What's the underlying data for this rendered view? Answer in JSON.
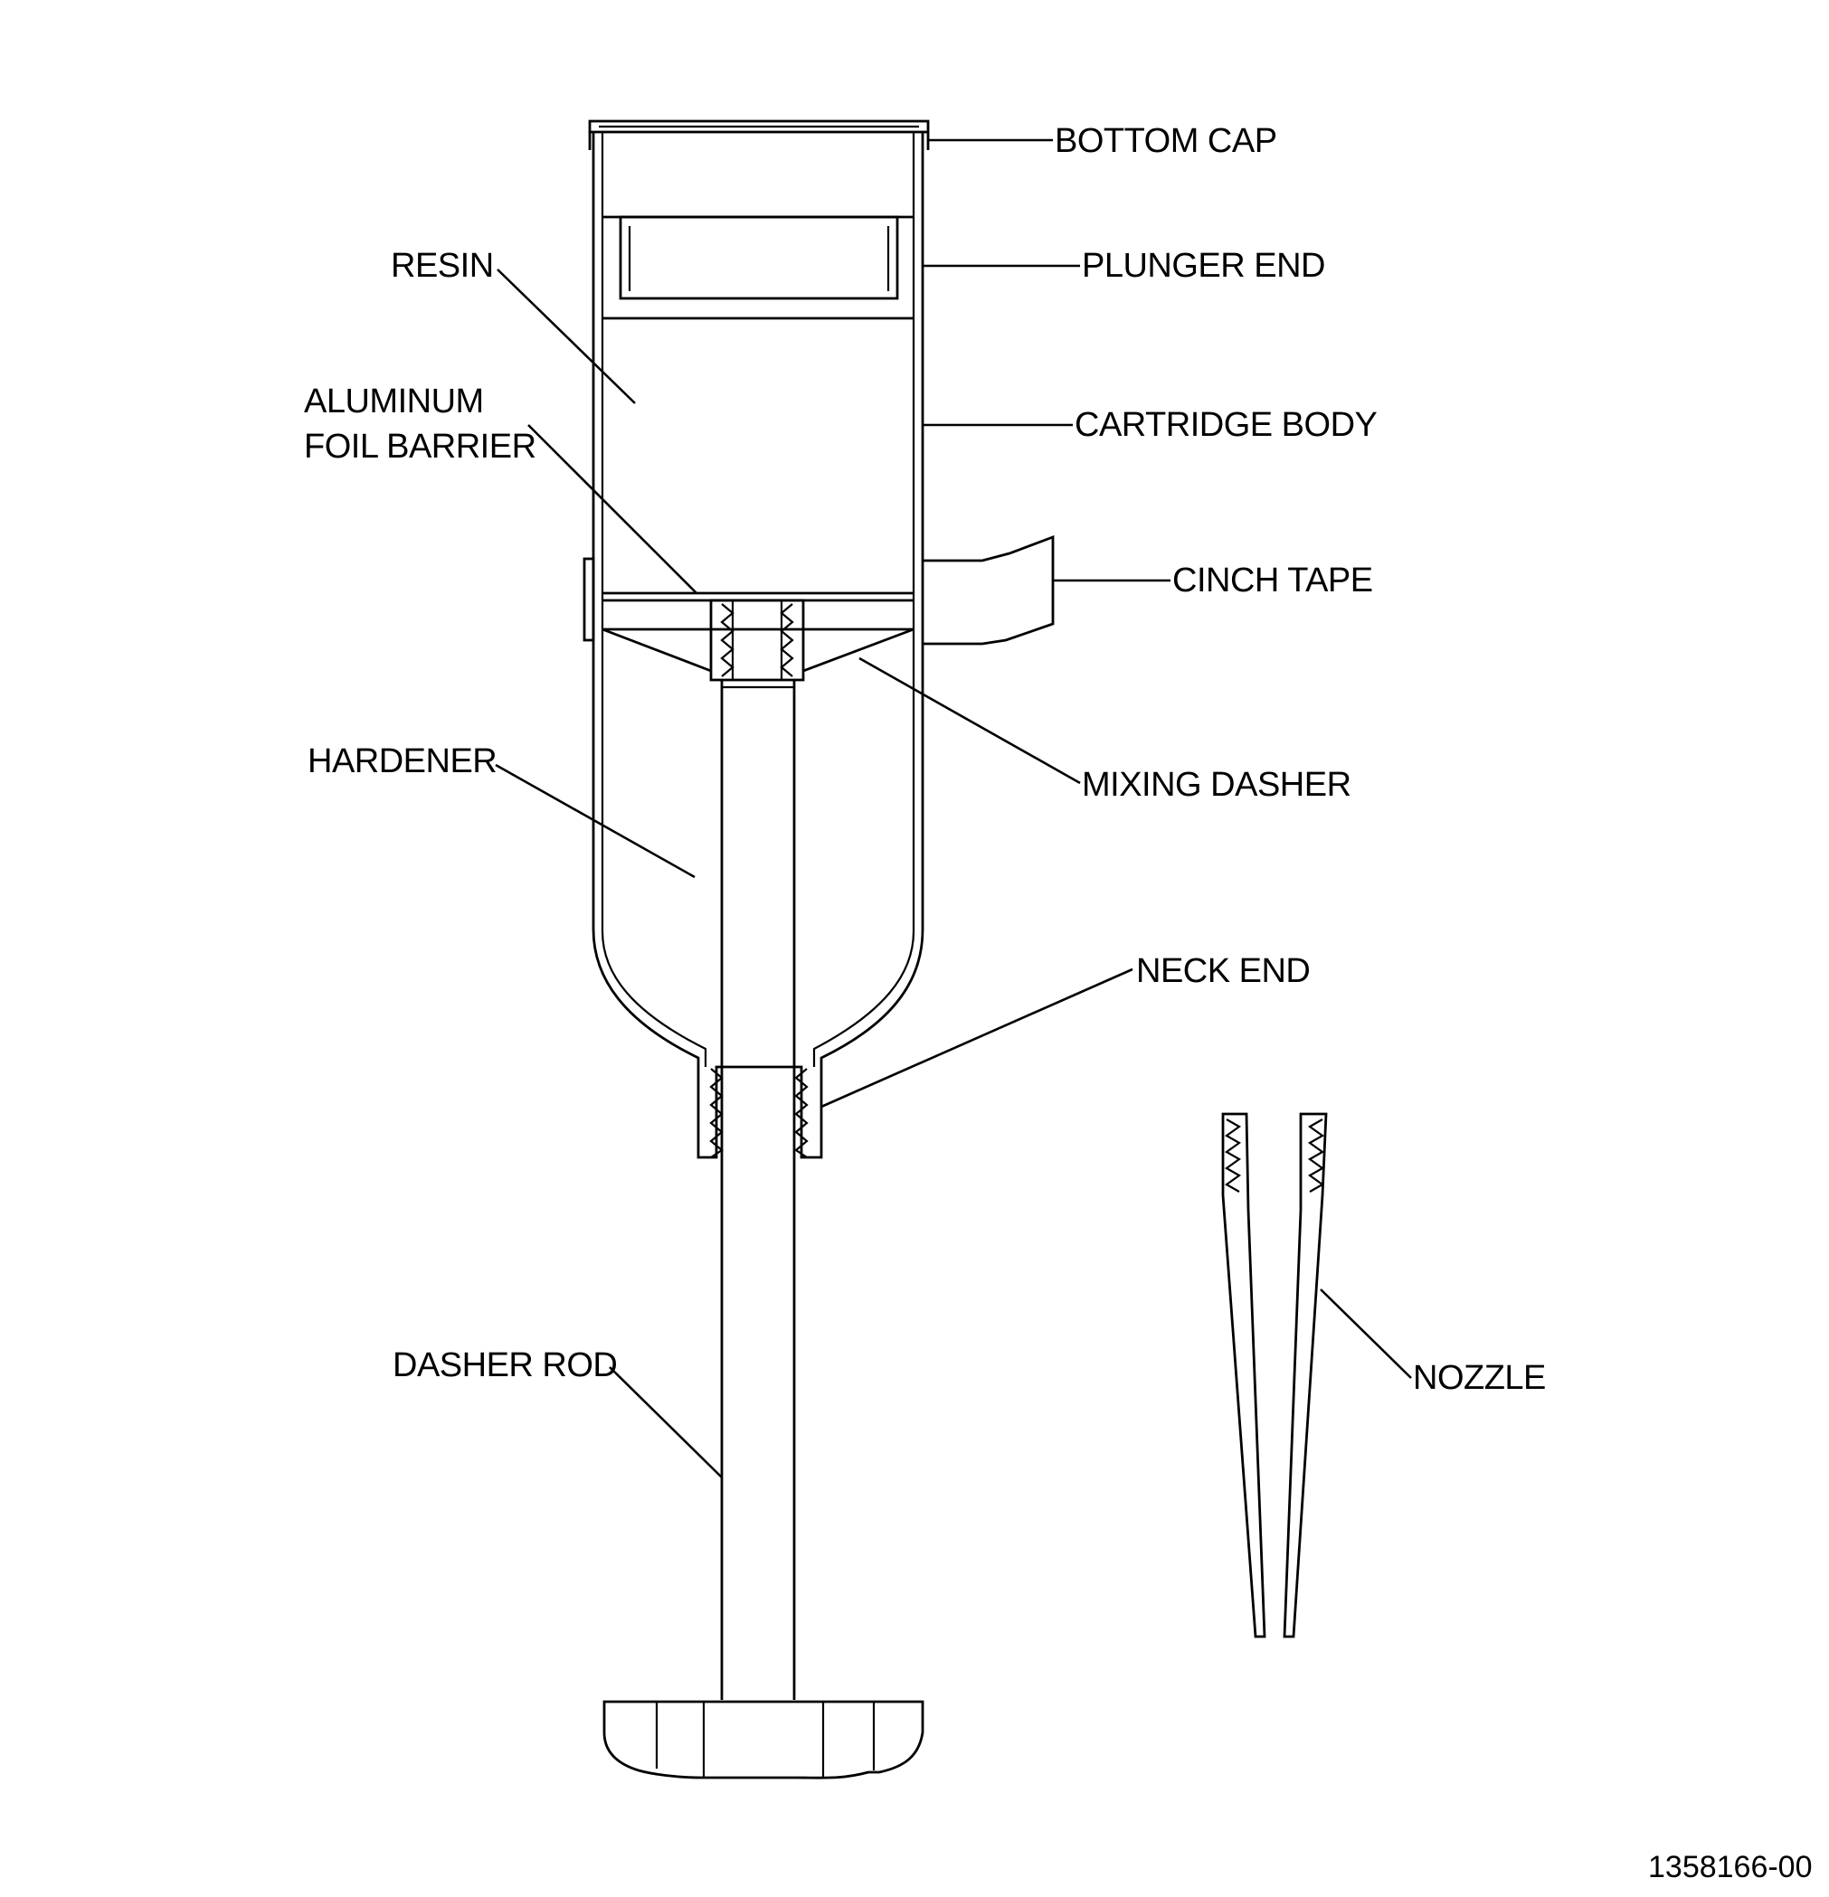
{
  "diagram": {
    "labels": {
      "bottom_cap": "BOTTOM CAP",
      "plunger_end": "PLUNGER END",
      "resin": "RESIN",
      "cartridge_body": "CARTRIDGE BODY",
      "aluminum_foil_barrier_line1": "ALUMINUM",
      "aluminum_foil_barrier_line2": "FOIL BARRIER",
      "cinch_tape": "CINCH TAPE",
      "hardener": "HARDENER",
      "mixing_dasher": "MIXING DASHER",
      "neck_end": "NECK END",
      "nozzle": "NOZZLE",
      "dasher_rod": "DASHER ROD"
    },
    "figure_number": "1358166-00"
  }
}
